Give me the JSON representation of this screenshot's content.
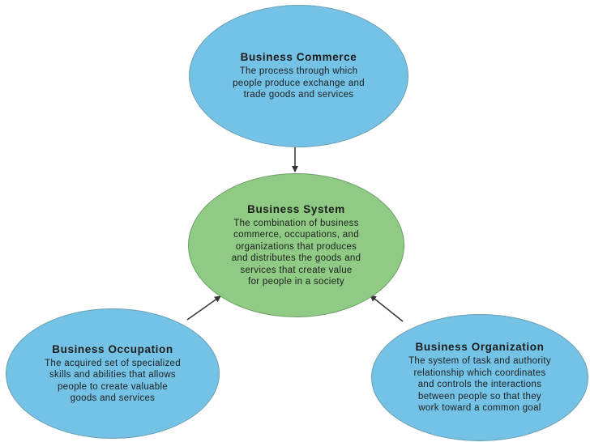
{
  "nodes": {
    "commerce": {
      "title": "Business Commerce",
      "description": "The process through which\npeople produce exchange and\ntrade goods and services"
    },
    "system": {
      "title": "Business System",
      "description": "The combination of business\ncommerce, occupations, and\norganizations that produces\nand distributes the goods and\nservices that create value\nfor people in a society"
    },
    "occupation": {
      "title": "Business Occupation",
      "description": "The acquired set of specialized\nskills and abilities that allows\npeople to create valuable\ngoods and services"
    },
    "organization": {
      "title": "Business Organization",
      "description": "The system of task and authority\nrelationship which coordinates\nand controls the interactions\nbetween people so that they\nwork toward a common goal"
    }
  },
  "colors": {
    "outer_node": "#74c3e6",
    "center_node": "#8fcb85",
    "arrow": "#333333"
  }
}
